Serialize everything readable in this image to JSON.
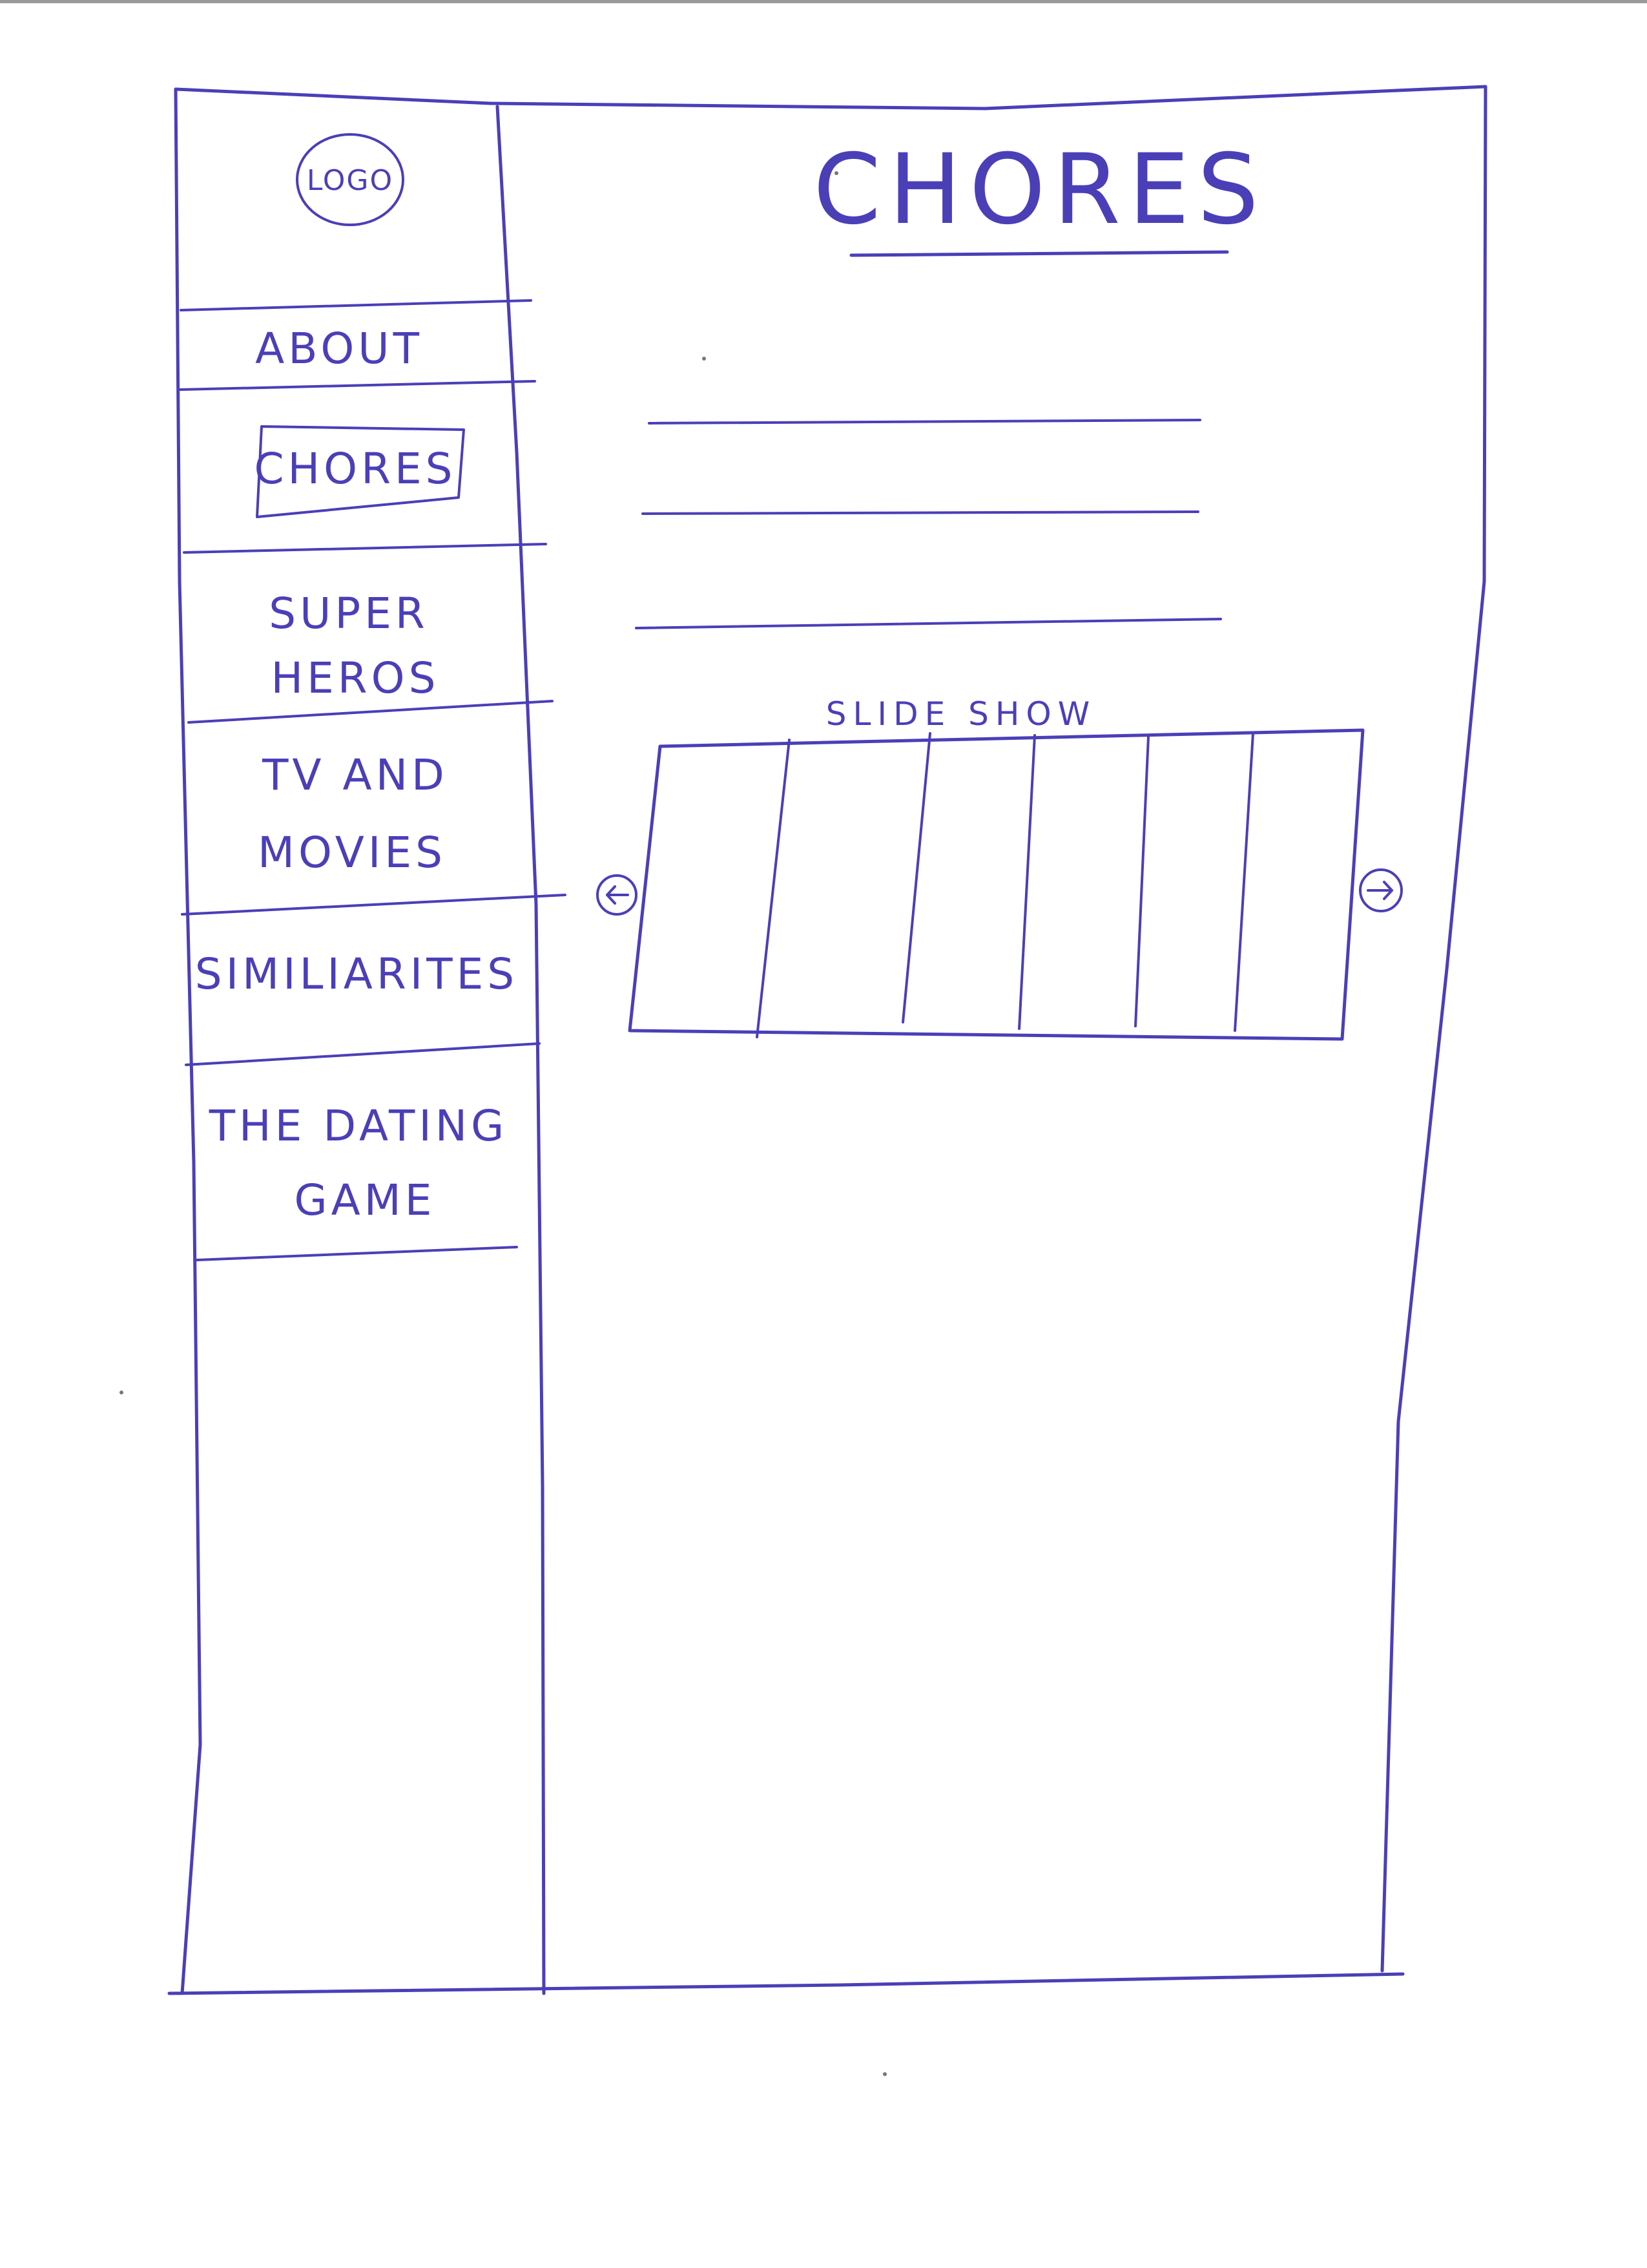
{
  "logo": {
    "label": "LOGO"
  },
  "page": {
    "title": "CHORES"
  },
  "sidebar": {
    "items": [
      {
        "lines": [
          "ABOUT"
        ]
      },
      {
        "lines": [
          "CHORES"
        ],
        "active": true
      },
      {
        "lines": [
          "SUPER",
          "HEROS"
        ]
      },
      {
        "lines": [
          "TV AND",
          "MOVIES"
        ]
      },
      {
        "lines": [
          "SIMILIARITES"
        ]
      },
      {
        "lines": [
          "THE DATING",
          "GAME"
        ]
      }
    ]
  },
  "slideshow": {
    "label": "SLIDE SHOW",
    "slide_count": 6,
    "prev_icon": "left-arrow-icon",
    "next_icon": "right-arrow-icon"
  },
  "colors": {
    "ink": "#4b3fb8",
    "paper": "#ffffff"
  }
}
